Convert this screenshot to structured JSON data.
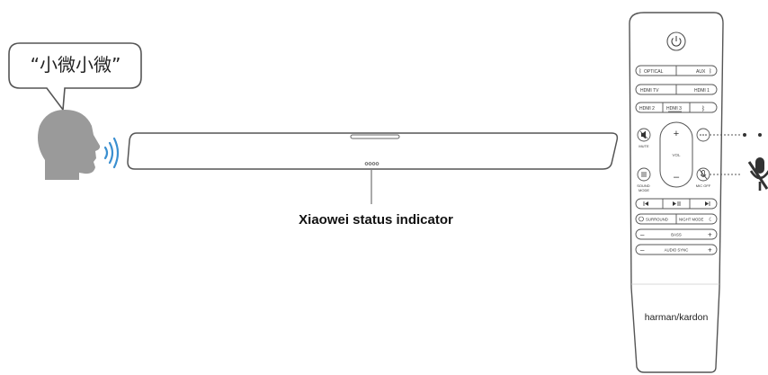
{
  "speech": {
    "text": "“小微小微”"
  },
  "soundbar": {
    "label": "Xiaowei status indicator"
  },
  "remote": {
    "brand": "harman/kardon",
    "rows": {
      "source1": {
        "left": "OPTICAL",
        "right": "AUX"
      },
      "source2": {
        "left": "HDMI TV",
        "right": "HDMI 1"
      },
      "source3": {
        "a": "HDMI 2",
        "b": "HDMI 3"
      },
      "mute": "MUTE",
      "vol": "VOL",
      "sound_mode": "SOUND\nMODE",
      "mic_off": "MIC OFF",
      "surround": "SURROUND",
      "night_mode": "NIGHT MODE",
      "bass": "BASS",
      "audio_sync": "AUDIO SYNC",
      "plus": "+",
      "minus": "–"
    }
  }
}
